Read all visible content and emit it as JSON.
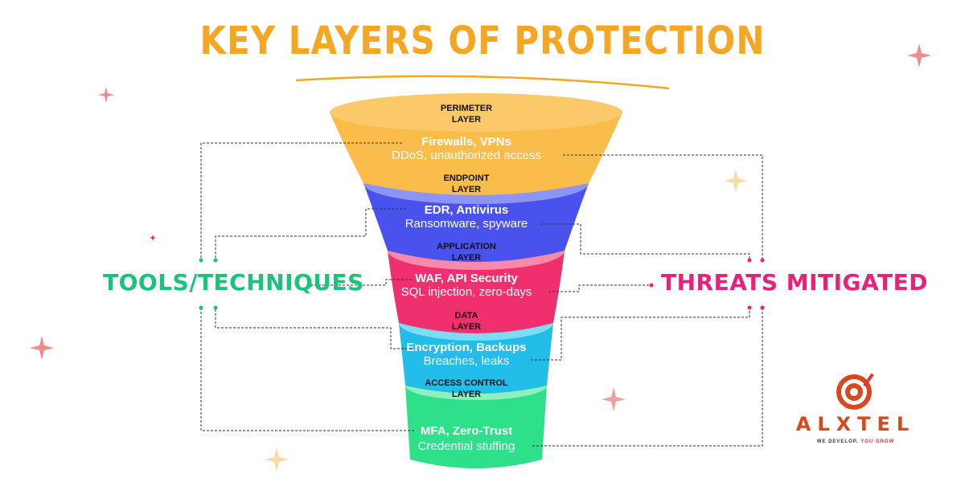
{
  "title": "KEY LAYERS OF PROTECTION",
  "left_label": "TOOLS/TECHNIQUES",
  "right_label": "THREATS MITIGATED",
  "layers": [
    {
      "title": "PERIMETER\nLAYER",
      "tools": "Firewalls, VPNs",
      "threats": "DDoS, unauthorized access",
      "color": "#fbbd4a",
      "top_color": "#fcc96a"
    },
    {
      "title": "ENDPOINT\nLAYER",
      "tools": "EDR, Antivirus",
      "threats": "Ransomware, spyware",
      "color": "#4a52ee",
      "top_color": "#8c94f5"
    },
    {
      "title": "APPLICATION\nLAYER",
      "tools": "WAF, API Security",
      "threats": "SQL injection, zero-days",
      "color": "#f0306e",
      "top_color": "#f78aaa"
    },
    {
      "title": "DATA\nLAYER",
      "tools": "Encryption, Backups",
      "threats": "Breaches, leaks",
      "color": "#22bde8",
      "top_color": "#7ddcf2"
    },
    {
      "title": "ACCESS CONTROL\nLAYER",
      "tools": "MFA, Zero-Trust",
      "threats": "Credential stuffing",
      "color": "#2ee08a",
      "top_color": "#8ef0bd"
    }
  ],
  "logo": {
    "name": "ALXTEL",
    "tagline_a": "WE DEVELOP.",
    "tagline_b": "YOU GROW"
  },
  "colors": {
    "title": "#f5a623",
    "tools": "#19c37a",
    "threats": "#e8217a",
    "connector": "#333333"
  }
}
